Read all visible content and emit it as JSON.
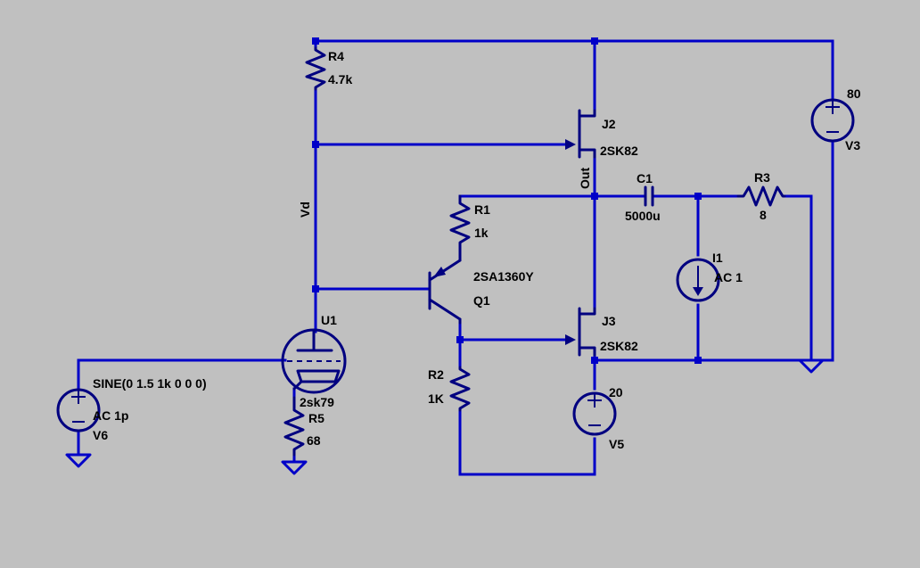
{
  "colors": {
    "background": "#c0c0c0",
    "wire": "#0000c8",
    "component": "#000080",
    "text": "#000000"
  },
  "schematic": {
    "R4": {
      "name": "R4",
      "value": "4.7k"
    },
    "J2": {
      "name": "J2",
      "model": "2SK82"
    },
    "V3": {
      "name": "V3",
      "value": "80"
    },
    "C1": {
      "name": "C1",
      "value": "5000u"
    },
    "R3": {
      "name": "R3",
      "value": "8"
    },
    "R1": {
      "name": "R1",
      "value": "1k"
    },
    "Q1": {
      "name": "Q1",
      "model": "2SA1360Y"
    },
    "I1": {
      "name": "I1",
      "value": "AC 1"
    },
    "J3": {
      "name": "J3",
      "model": "2SK82"
    },
    "U1": {
      "name": "U1",
      "model": "2sk79"
    },
    "R5": {
      "name": "R5",
      "value": "68"
    },
    "R2": {
      "name": "R2",
      "value": "1K"
    },
    "V5": {
      "name": "V5",
      "value": "20"
    },
    "V6": {
      "name": "V6",
      "value": "SINE(0 1.5 1k 0 0 0)",
      "ac": "AC 1p"
    },
    "net_labels": {
      "vd": "Vd",
      "out": "Out"
    }
  }
}
